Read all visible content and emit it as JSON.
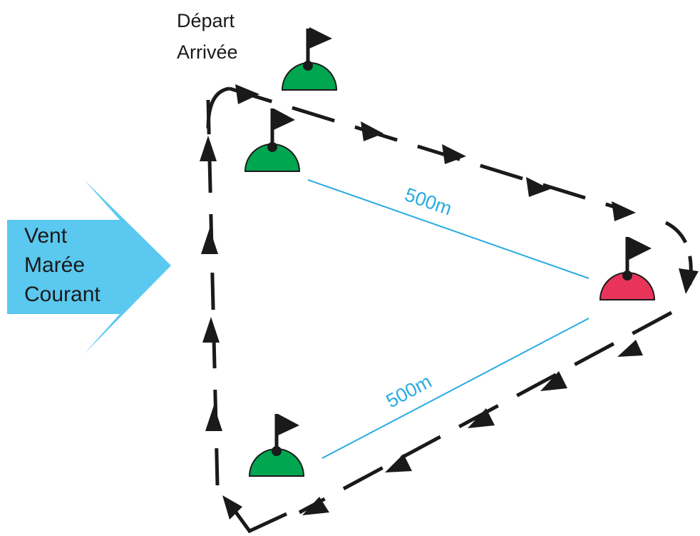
{
  "start_label": {
    "line1": "Départ",
    "line2": "Arrivée"
  },
  "wind_arrow": {
    "line1": "Vent",
    "line2": "Marée",
    "line3": "Courant"
  },
  "distances": {
    "top_leg": "500m",
    "bottom_leg": "500m"
  },
  "buoys": [
    {
      "role": "start-finish",
      "color": "#00a650"
    },
    {
      "role": "mark-1",
      "color": "#00a650"
    },
    {
      "role": "mark-2",
      "color": "#e8335a"
    },
    {
      "role": "mark-3",
      "color": "#00a650"
    }
  ],
  "colors": {
    "wind_arrow": "#5bc8f0",
    "distance_line": "#29abe2",
    "course_path": "#1a1a1a",
    "flag": "#1a1a1a"
  }
}
